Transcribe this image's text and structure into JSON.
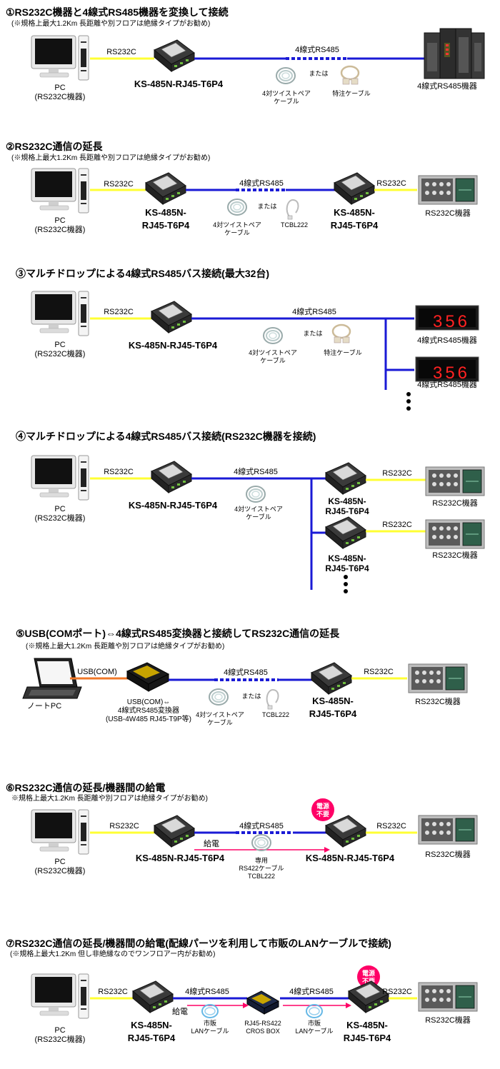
{
  "colors": {
    "rs232": "#ffff33",
    "rs485": "#1a1ad6",
    "usb": "#f07828",
    "power": "#ff0066",
    "badge": "#ff0066"
  },
  "s1": {
    "title": "①RS232C機器と4線式RS485機器を変換して接続",
    "note": "(※規格上最大1.2Km 長距離や別フロアは絶縁タイプがお勧め)",
    "pc": "PC",
    "pc_sub": "(RS232C機器)",
    "rs232": "RS232C",
    "converter": "KS-485N-RJ45-T6P4",
    "rs485": "4線式RS485",
    "cable1a": "4対ツイストペア",
    "cable1b": "ケーブル",
    "or": "または",
    "cable2": "特注ケーブル",
    "device": "4線式RS485機器"
  },
  "s2": {
    "title": "②RS232C通信の延長",
    "note": "(※規格上最大1.2Km 長距離や別フロアは絶縁タイプがお勧め)",
    "pc": "PC",
    "pc_sub": "(RS232C機器)",
    "rs232_left": "RS232C",
    "conv_a": "KS-485N-",
    "conv_b": "RJ45-T6P4",
    "rs485": "4線式RS485",
    "cable1a": "4対ツイストペア",
    "cable1b": "ケーブル",
    "or": "または",
    "cable2": "TCBL222",
    "rs232_right": "RS232C",
    "device": "RS232C機器"
  },
  "s3": {
    "title": "③マルチドロップによる4線式RS485バス接続(最大32台)",
    "pc": "PC",
    "pc_sub": "(RS232C機器)",
    "rs232": "RS232C",
    "converter": "KS-485N-RJ45-T6P4",
    "rs485": "4線式RS485",
    "cable1a": "4対ツイストペア",
    "cable1b": "ケーブル",
    "or": "または",
    "cable2": "特注ケーブル",
    "display": "356",
    "device": "4線式RS485機器"
  },
  "s4": {
    "title": "④マルチドロップによる4線式RS485バス接続(RS232C機器を接続)",
    "pc": "PC",
    "pc_sub": "(RS232C機器)",
    "rs232": "RS232C",
    "converter": "KS-485N-RJ45-T6P4",
    "rs485": "4線式RS485",
    "cable1a": "4対ツイストペア",
    "cable1b": "ケーブル",
    "conv_a": "KS-485N-",
    "conv_b": "RJ45-T6P4",
    "device": "RS232C機器"
  },
  "s5": {
    "title": "⑤USB(COMポート)⇔4線式RS485変換器と接続してRS232C通信の延長",
    "note": "(※規格上最大1.2Km 長距離や別フロアは絶縁タイプがお勧め)",
    "pc": "ノートPC",
    "usb": "USB(COM)",
    "conv1": "USB(COM)⇔",
    "conv2": "4線式RS485変換器",
    "conv3": "(USB-4W485 RJ45-T9P等)",
    "rs485": "4線式RS485",
    "cable1a": "4対ツイストペア",
    "cable1b": "ケーブル",
    "or": "または",
    "cable2": "TCBL222",
    "conv_a": "KS-485N-",
    "conv_b": "RJ45-T6P4",
    "rs232": "RS232C",
    "device": "RS232C機器"
  },
  "s6": {
    "title": "⑥RS232C通信の延長/機器間の給電",
    "note": "※規格上最大1.2Km 長距離や別フロアは絶縁タイプがお勧め)",
    "pc": "PC",
    "pc_sub": "(RS232C機器)",
    "rs232_left": "RS232C",
    "converter": "KS-485N-RJ45-T6P4",
    "rs485": "4線式RS485",
    "power": "給電",
    "cable_a": "専用",
    "cable_b": "RS422ケーブル",
    "cable_c": "TCBL222",
    "badge_a": "電源",
    "badge_b": "不要",
    "rs232_right": "RS232C",
    "device": "RS232C機器"
  },
  "s7": {
    "title": "⑦RS232C通信の延長/機器間の給電(配線パーツを利用して市販のLANケーブルで接続)",
    "note": "(※規格上最大1.2Km 但し非絶縁なのでワンフロアー内がお勧め)",
    "pc": "PC",
    "pc_sub": "(RS232C機器)",
    "rs232_left": "RS232C",
    "conv_a": "KS-485N-",
    "conv_b": "RJ45-T6P4",
    "rs485": "4線式RS485",
    "power": "給電",
    "lan_a": "市販",
    "lan_b": "LANケーブル",
    "box_a": "RJ45-RS422",
    "box_b": "CROS BOX",
    "badge_a": "電源",
    "badge_b": "不要",
    "rs232_right": "RS232C",
    "device": "RS232C機器"
  }
}
